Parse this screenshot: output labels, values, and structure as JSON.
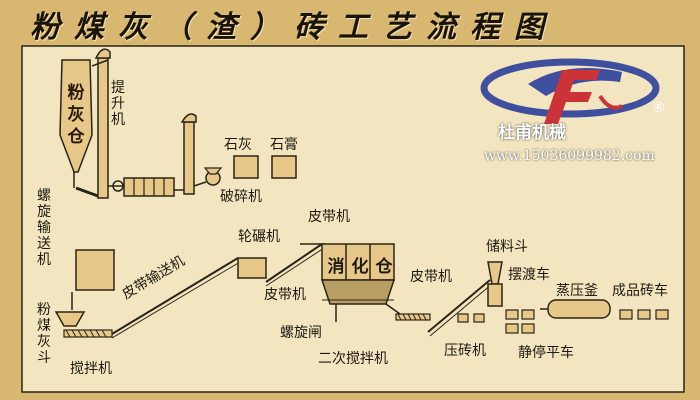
{
  "title": "粉煤灰（渣）砖工艺流程图",
  "logo": {
    "company": "杜甫机械",
    "registered": "®",
    "url": "www.15036099982.com",
    "colors": {
      "blue": "#2b3f9c",
      "red": "#c8202a",
      "white": "#ffffff"
    }
  },
  "colors": {
    "background": "#d8b870",
    "panel": "#f3e5bf",
    "box": "#e7c889",
    "line": "#2a2418",
    "silo_fill": "#e7c889"
  },
  "labels": {
    "fly_ash_silo": "粉灰仓",
    "elevator": "提升机",
    "screw_conveyor": "螺旋输送机",
    "lime": "石灰",
    "gypsum": "石膏",
    "crusher": "破碎机",
    "belt_conveyor_long": "皮带输送机",
    "wheel_mill": "轮碾机",
    "belt_conveyor_1": "皮带机",
    "belt_conveyor_2": "皮带机",
    "belt_conveyor_3": "皮带机",
    "digestion_silo": [
      "消",
      "化",
      "仓"
    ],
    "screw_gate": "螺旋闸",
    "secondary_mixer": "二次搅拌机",
    "storage_hopper": "储料斗",
    "brick_press": "压砖机",
    "ferry_car": "摆渡车",
    "autoclave": "蒸压釜",
    "finished_brick_car": "成品砖车",
    "resting_car": "静停平车",
    "fly_ash_hopper": "粉煤灰斗",
    "mixer": "搅拌机"
  }
}
